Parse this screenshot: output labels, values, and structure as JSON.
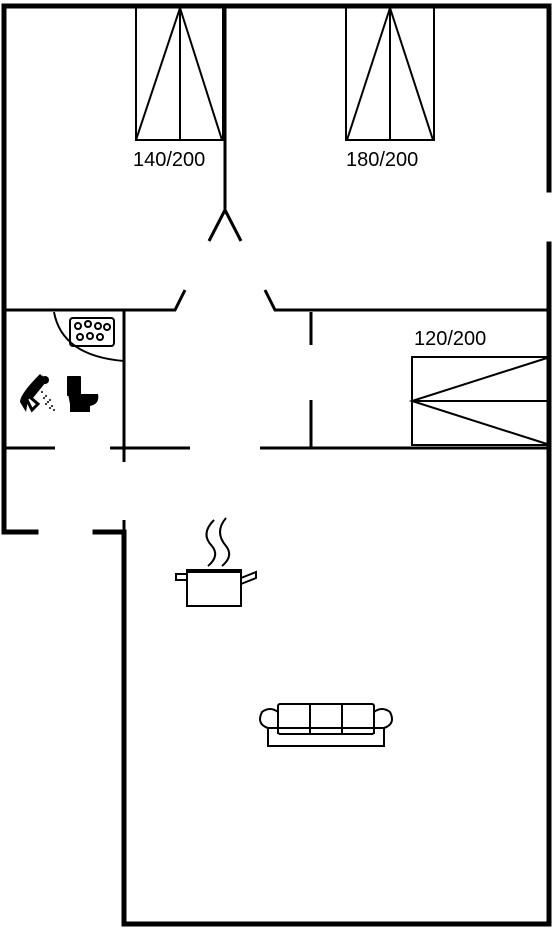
{
  "labels": {
    "bed_1": "140/200",
    "bed_2": "180/200",
    "bed_3": "120/200"
  },
  "icons": [
    "bed-icon",
    "bed-icon",
    "bed-icon",
    "shower-icon",
    "toilet-icon",
    "jacuzzi-icon",
    "stove-pot-icon",
    "sofa-icon"
  ],
  "colors": {
    "line": "#000000",
    "background": "#ffffff"
  }
}
